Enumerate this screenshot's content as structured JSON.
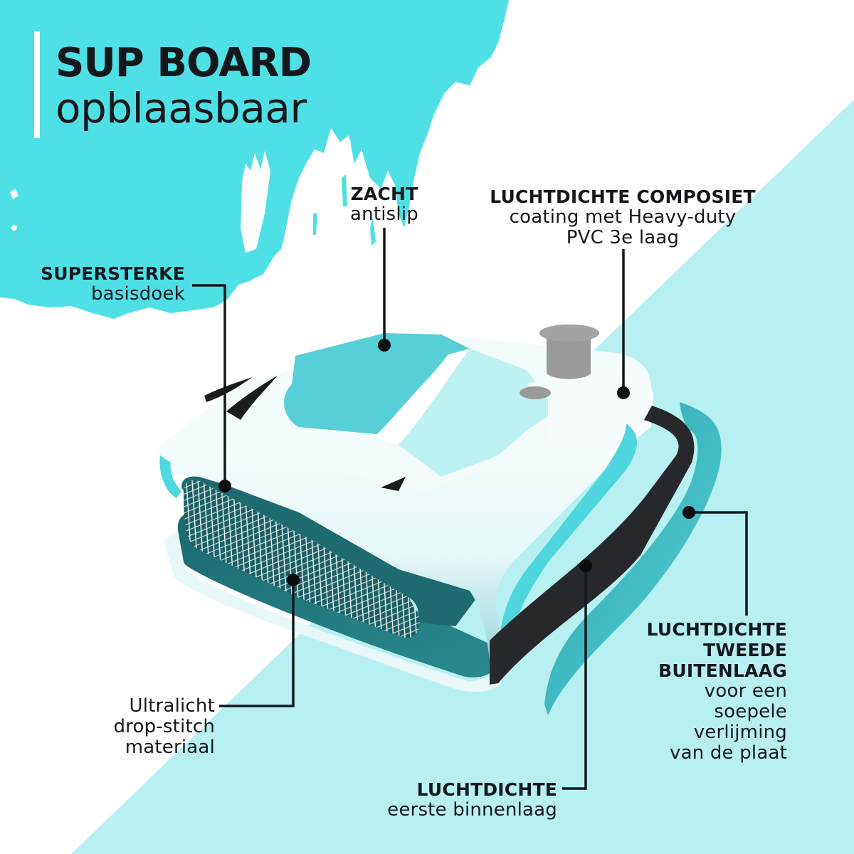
{
  "title": {
    "main": "SUP BOARD",
    "sub": "opblaasbaar"
  },
  "colors": {
    "paint_cyan": "#4fe0e6",
    "diagonal_light_cyan": "#b8f0f1",
    "board_teal_dark": "#1e6d73",
    "board_teal_mid": "#3fb8bf",
    "board_deck_light": "#c7f3f4",
    "board_white": "#f4fbfb",
    "layer_black": "#26282b",
    "valve_gray": "#9a9a9a",
    "text_dark": "#14181d"
  },
  "labels": {
    "zacht": {
      "bold": "ZACHT",
      "regular": "antislip"
    },
    "composiet": {
      "bold": "LUCHTDICHTE COMPOSIET",
      "line2": "coating met Heavy-duty",
      "line3": "PVC 3e laag"
    },
    "supersterke": {
      "bold": "SUPERSTERKE",
      "regular": "basisdoek"
    },
    "ultralicht": {
      "line1": "Ultralicht",
      "line2": "drop-stitch",
      "line3": "materiaal"
    },
    "tweede": {
      "bold1": "LUCHTDICHTE",
      "bold2": "TWEEDE",
      "bold3": "BUITENLAAG",
      "line1": "voor een",
      "line2": "soepele",
      "line3": "verlijming",
      "line4": "van de plaat"
    },
    "eerste": {
      "bold": "LUCHTDICHTE",
      "regular": "eerste binnenlaag"
    }
  }
}
